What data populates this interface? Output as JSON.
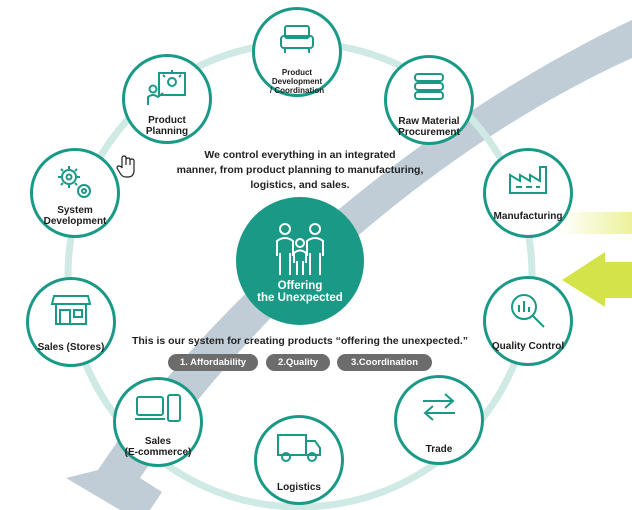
{
  "colors": {
    "accent": "#1a9a86",
    "ring": "#cfe9e4",
    "arrow": "#b9c8d3",
    "yellow_arrow": "#d4e34a",
    "pill": "#6c6c6c"
  },
  "center": {
    "label": "Offering\nthe Unexpected",
    "icon": "family-icon"
  },
  "intro_text": "We control everything in an integrated\nmanner, from product planning to manufacturing,\nlogistics, and sales.",
  "system_text": "This is our system for creating products “offering the unexpected.”",
  "pillars": [
    "1. Affordability",
    "2.Quality",
    "3.Coordination"
  ],
  "nodes": [
    {
      "label": "Product Development\n/ Coordination",
      "icon": "sofa-icon"
    },
    {
      "label": "Raw Material\nProcurement",
      "icon": "fabric-roll-icon"
    },
    {
      "label": "Manufacturing",
      "icon": "factory-icon"
    },
    {
      "label": "Quality Control",
      "icon": "magnifier-chart-icon"
    },
    {
      "label": "Trade",
      "icon": "exchange-arrows-icon"
    },
    {
      "label": "Logistics",
      "icon": "truck-icon"
    },
    {
      "label": "Sales\n(E-commerce)",
      "icon": "devices-icon"
    },
    {
      "label": "Sales (Stores)",
      "icon": "storefront-icon"
    },
    {
      "label": "System\nDevelopment",
      "icon": "gears-icon"
    },
    {
      "label": "Product\nPlanning",
      "icon": "presenter-idea-icon"
    }
  ]
}
